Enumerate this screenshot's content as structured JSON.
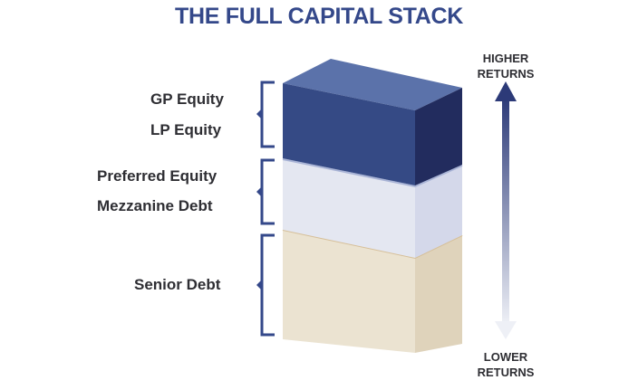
{
  "title": "THE FULL CAPITAL STACK",
  "layers": [
    {
      "labels": [
        "GP Equity",
        "LP Equity"
      ]
    },
    {
      "labels": [
        "Preferred Equity",
        "Mezzanine Debt"
      ]
    },
    {
      "labels": [
        "Senior Debt"
      ]
    }
  ],
  "returns_axis": {
    "top_line1": "HIGHER",
    "top_line2": "RETURNS",
    "bottom_line1": "LOWER",
    "bottom_line2": "RETURNS"
  },
  "colors": {
    "title": "#34488a",
    "equity": "#354a85",
    "mezz": "#e4e7f1",
    "senior": "#ebe3d1",
    "bracket": "#34488a"
  }
}
